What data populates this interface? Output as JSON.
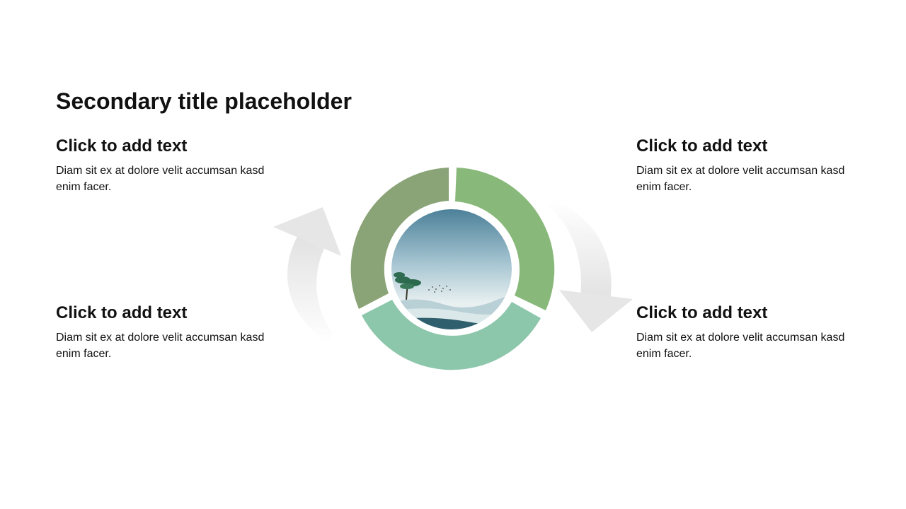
{
  "title": "Secondary title placeholder",
  "blocks": [
    {
      "heading": "Click to add text",
      "body": "Diam sit ex at dolore velit accumsan kasd enim facer."
    },
    {
      "heading": "Click to add text",
      "body": "Diam sit ex at dolore velit accumsan kasd enim facer."
    },
    {
      "heading": "Click to add text",
      "body": "Diam sit ex at dolore velit accumsan kasd enim facer."
    },
    {
      "heading": "Click to add text",
      "body": "Diam sit ex at dolore velit accumsan kasd enim facer."
    }
  ],
  "colors": {
    "segment_left": "#8aa377",
    "segment_right": "#89b97a",
    "segment_bottom": "#8cc6ab",
    "arrow": "#e4e4e4"
  },
  "icons": [
    "cycle-arrow-left",
    "cycle-arrow-right",
    "landscape-image"
  ]
}
